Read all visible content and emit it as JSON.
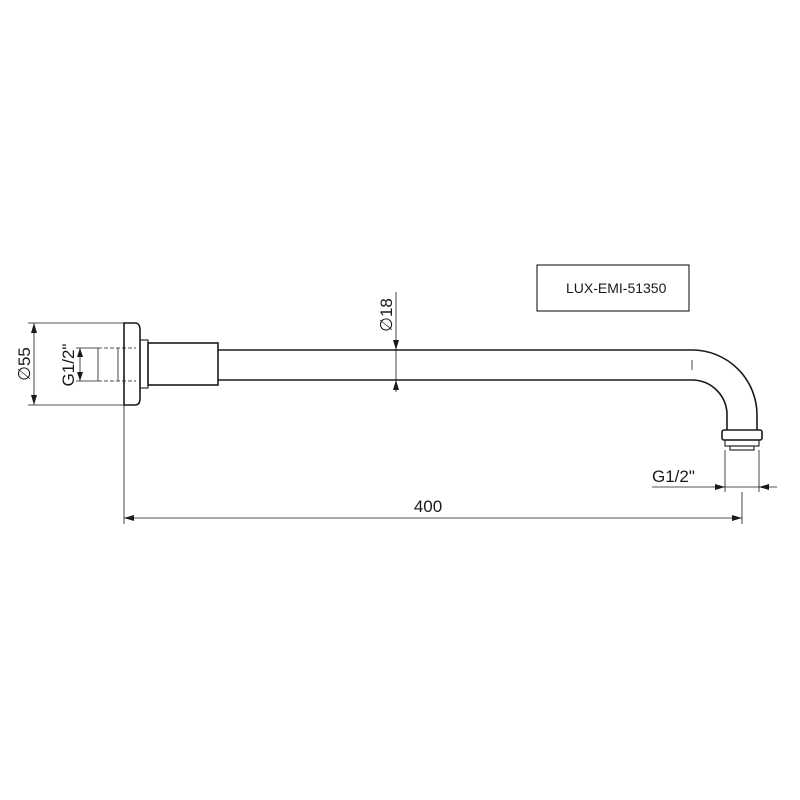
{
  "product_code": "LUX-EMI-51350",
  "dimensions": {
    "length": "400",
    "pipe_diameter": "∅18",
    "flange_diameter": "∅55",
    "inlet_thread": "G1/2\"",
    "outlet_thread": "G1/2\""
  }
}
